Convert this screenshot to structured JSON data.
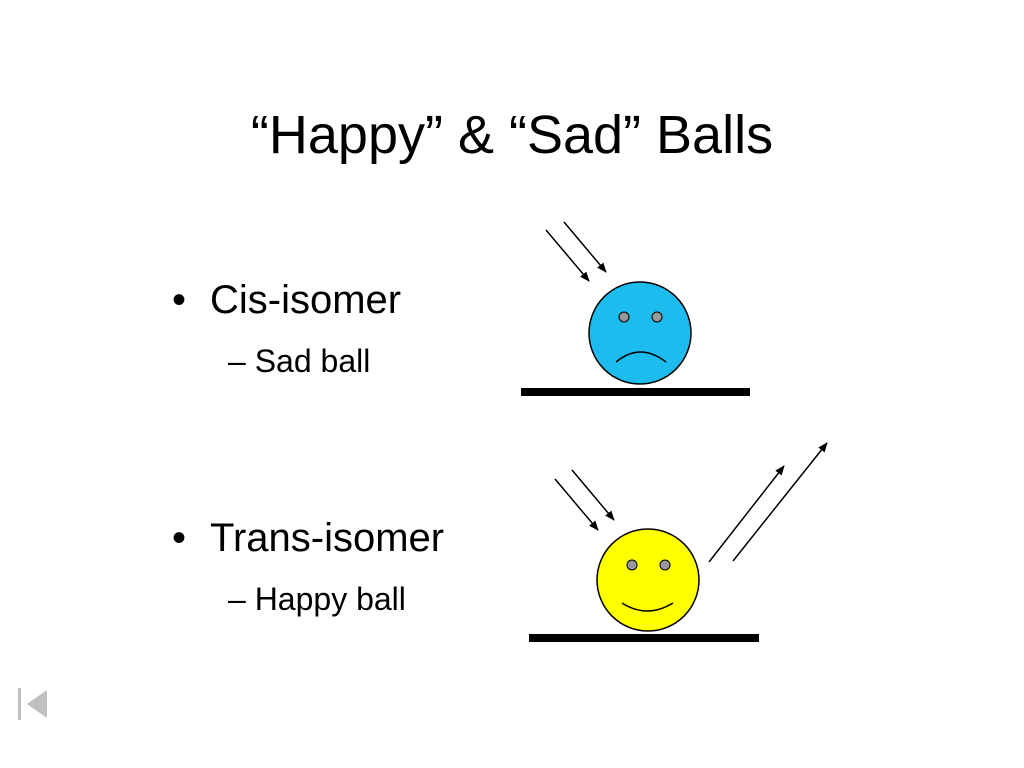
{
  "slide": {
    "title": "“Happy” & “Sad” Balls",
    "bullets": [
      {
        "marker": "•",
        "label": "Cis-isomer",
        "sub": "– Sad ball"
      },
      {
        "marker": "•",
        "label": "Trans-isomer",
        "sub": "– Happy ball"
      }
    ]
  },
  "illustrations": {
    "sad_ball": {
      "fill": "#1cbcef",
      "expression": "frown"
    },
    "happy_ball": {
      "fill": "#ffff00",
      "expression": "smile"
    },
    "eye_color": "#999999",
    "surface_color": "#000000"
  },
  "navigation": {
    "first_slide_icon": "first-slide-icon"
  }
}
